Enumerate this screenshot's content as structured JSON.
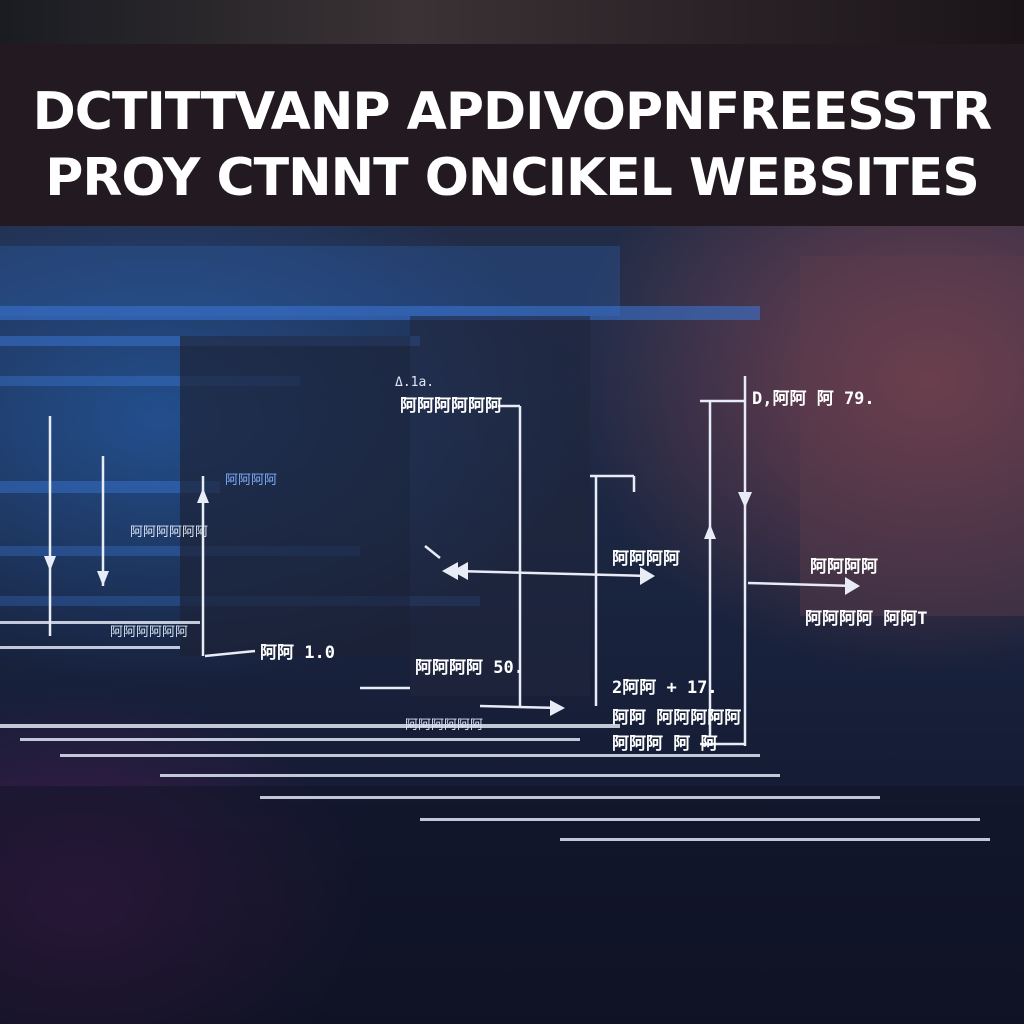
{
  "banner": {
    "title_line_1": "DCTITTVANP APDIVOPNFREESSTR",
    "title_line_2": "PROY CTNNT ONCIKEL WEBSITES"
  },
  "diagram": {
    "labels": {
      "l1": "Δ.1a.",
      "l2": "阿阿阿阿阿阿",
      "l3": "D,阿阿 阿 79.",
      "l4": "阿阿阿阿",
      "l5": "阿阿阿阿",
      "l6": "阿阿阿阿 阿阿T",
      "l7": "阿阿阿阿阿阿",
      "l8": "阿阿阿阿",
      "l9": "阿阿阿阿阿阿",
      "l10": "阿阿 1.0",
      "l11": "阿阿阿阿 50.",
      "l12": "2阿阿 + 17.",
      "l13": "阿阿 阿阿阿阿阿",
      "l14": "阿阿阿 阿 阿",
      "l15": "阿阿阿阿阿阿"
    },
    "colors": {
      "line": "#e8ecf6",
      "accent_blue": "#3c78d8",
      "warm_glow": "#c45454"
    }
  }
}
